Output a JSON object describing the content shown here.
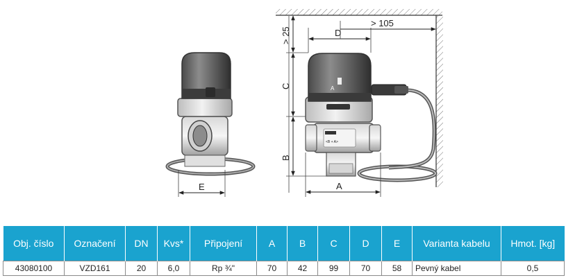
{
  "drawing": {
    "dim_labels": {
      "gt25": "> 25",
      "gt105": "> 105",
      "D": "D",
      "C": "C",
      "B": "B",
      "A": "A",
      "E": "E"
    },
    "valve_markings": {
      "arrow_label": "<B  +  A>",
      "actuator_letter": "A"
    }
  },
  "table": {
    "headers": [
      "Obj. číslo",
      "Označení",
      "DN",
      "Kvs*",
      "Připojení",
      "A",
      "B",
      "C",
      "D",
      "E",
      "Varianta kabelu",
      "Hmot. [kg]"
    ],
    "rows": [
      [
        "43080100",
        "VZD161",
        "20",
        "6,0",
        "Rp ¾\"",
        "70",
        "42",
        "99",
        "70",
        "58",
        "Pevný kabel",
        "0,5"
      ]
    ]
  }
}
